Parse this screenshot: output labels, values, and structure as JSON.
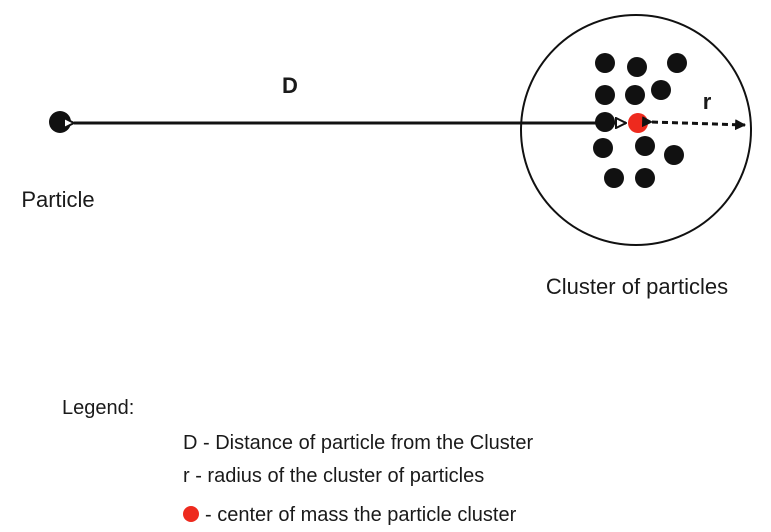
{
  "diagram": {
    "distance_label": "D",
    "radius_label": "r",
    "particle_label": "Particle",
    "cluster_label": "Cluster of particles"
  },
  "legend": {
    "title": "Legend:",
    "items": [
      {
        "symbol": "D",
        "text": "D - Distance of particle from the Cluster"
      },
      {
        "symbol": "r",
        "text": "r - radius of the cluster of particles"
      },
      {
        "symbol": "red-dot",
        "text": "- center of mass the particle cluster"
      }
    ]
  },
  "colors": {
    "center_of_mass": "#ee2a1e",
    "particles": "#111111",
    "lines": "#111111"
  }
}
